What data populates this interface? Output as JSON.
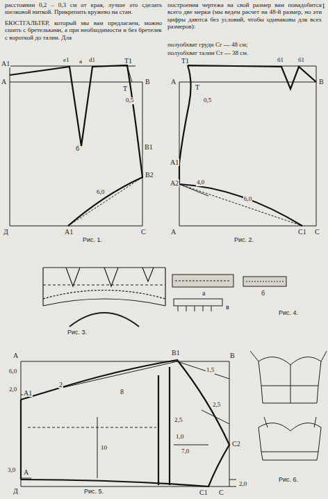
{
  "diagram": {
    "labels": [
      "1",
      "расстоянии 0,2 – 0,3 см от края, лучше это сделать шелковой ниткой. Прикрепить кружево на стан.",
      "БЮСТГАЛЬТЕР, который мы вам предлагаем, можно сшить с бретельками, а при необходимости и без бретелек с вороткой до талии. Для",
      "построения чертежа на свой размер вам понадобится всего две мерки (мы ведем расчет на 48-й размер, но эти цифры даются без условий, чтобы одинаковы для всех размеров):",
      "полуобхват груди Сг — 48 см;",
      "полуобхват талии Ст — 38 см.",
      "A1",
      "A",
      "e1",
      "a",
      "d1",
      "T1",
      "B",
      "T",
      "0,5",
      "б",
      "B1",
      "B2",
      "6,0",
      "Д",
      "A1",
      "C",
      "Рис. 1.",
      "A",
      "T1",
      "б1",
      "б1",
      "B",
      "T",
      "0,5",
      "A1",
      "A2",
      "4,0",
      "6,0",
      "A",
      "C1",
      "C",
      "Рис. 2.",
      "Рис. 3.",
      "a",
      "б",
      "в",
      "Рис. 4.",
      "A",
      "6,0",
      "2,0",
      "A1",
      "2",
      "8",
      "B1",
      "B",
      "1,5",
      "2,5",
      "2,5",
      "1,0",
      "C2",
      "10",
      "7,0",
      "3,0",
      "A",
      "Д",
      "C1",
      "C",
      "2,0",
      "Рис. 5.",
      "Рис. 6."
    ]
  }
}
